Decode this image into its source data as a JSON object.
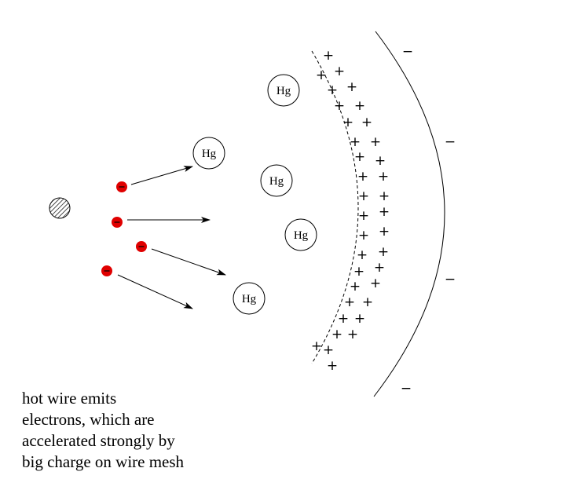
{
  "atom_label": "Hg",
  "plus_sign": "+",
  "minus_sign": "−",
  "caption_lines": [
    "hot wire emits",
    "electrons, which are",
    "accelerated strongly by",
    "big charge on wire mesh"
  ],
  "colors": {
    "electron": "#e00000",
    "stroke": "#000000"
  }
}
